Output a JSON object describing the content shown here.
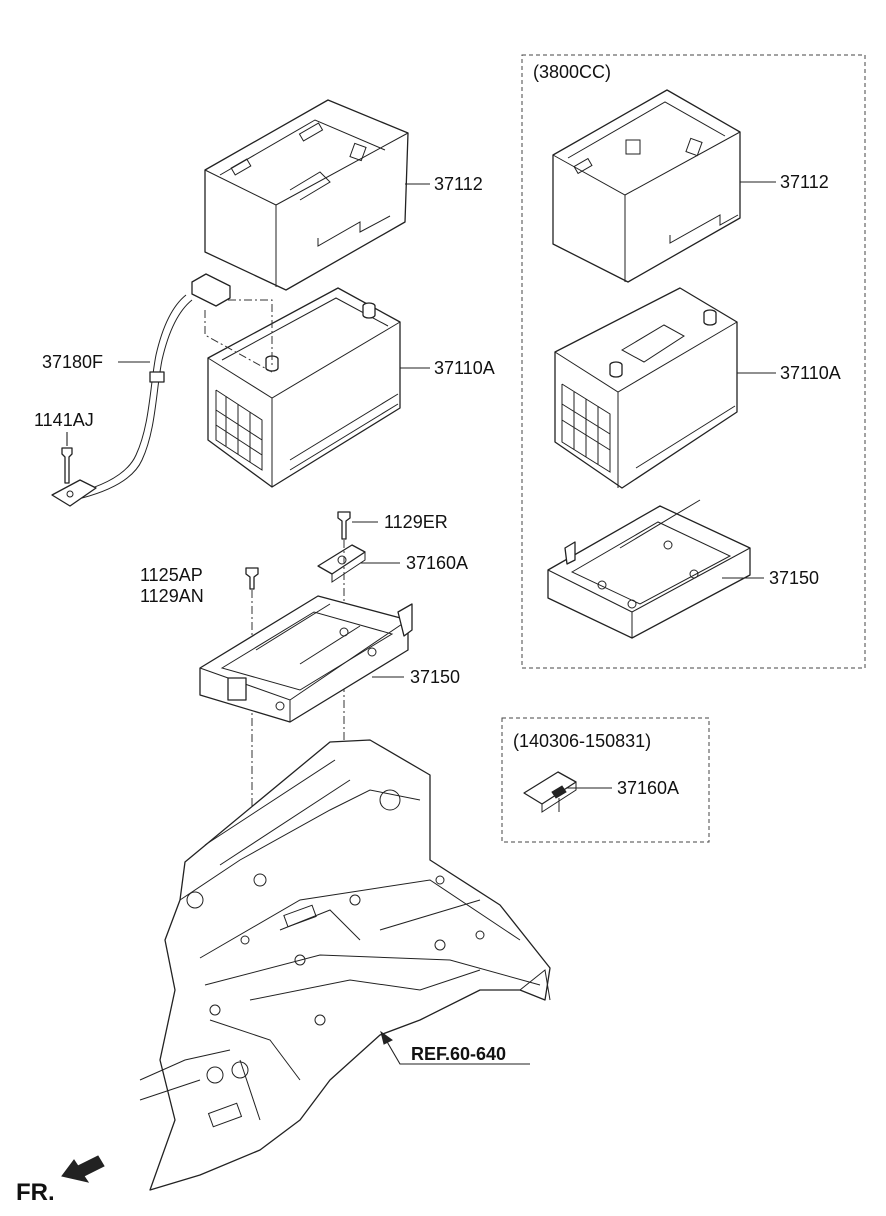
{
  "labels": {
    "box_3800": "(3800CC)",
    "box_date": "(140306-150831)",
    "p37112_a": "37112",
    "p37112_b": "37112",
    "p37110a_a": "37110A",
    "p37110a_b": "37110A",
    "p37180f": "37180F",
    "p1141aj": "1141AJ",
    "p1129er": "1129ER",
    "p37160a_a": "37160A",
    "p37160a_b": "37160A",
    "p1125ap": "1125AP",
    "p1129an": "1129AN",
    "p37150_a": "37150",
    "p37150_b": "37150",
    "ref": "REF.60-640",
    "front": "FR."
  }
}
